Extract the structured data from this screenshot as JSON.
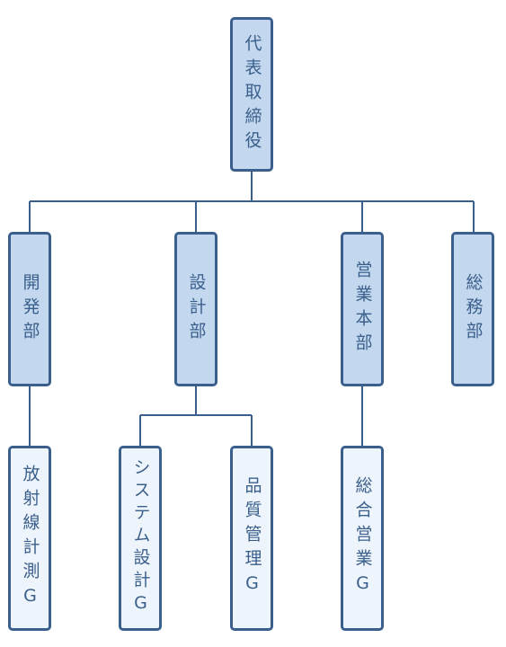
{
  "org_chart": {
    "root": {
      "label": "代表取締役"
    },
    "departments": [
      {
        "label": "開発部",
        "groups": [
          {
            "label": "放射線計測G"
          }
        ]
      },
      {
        "label": "設計部",
        "groups": [
          {
            "label": "システム設計G"
          },
          {
            "label": "品質管理G"
          }
        ]
      },
      {
        "label": "営業本部",
        "groups": [
          {
            "label": "総合営業G"
          }
        ]
      },
      {
        "label": "総務部",
        "groups": []
      }
    ]
  },
  "colors": {
    "border": "#3a5f8c",
    "line": "#3a5f8c",
    "root_fill": "#c3d8ee",
    "department_fill": "#c3d8ee",
    "group_fill": "#eef4fb",
    "text": "#3a5f8c"
  }
}
